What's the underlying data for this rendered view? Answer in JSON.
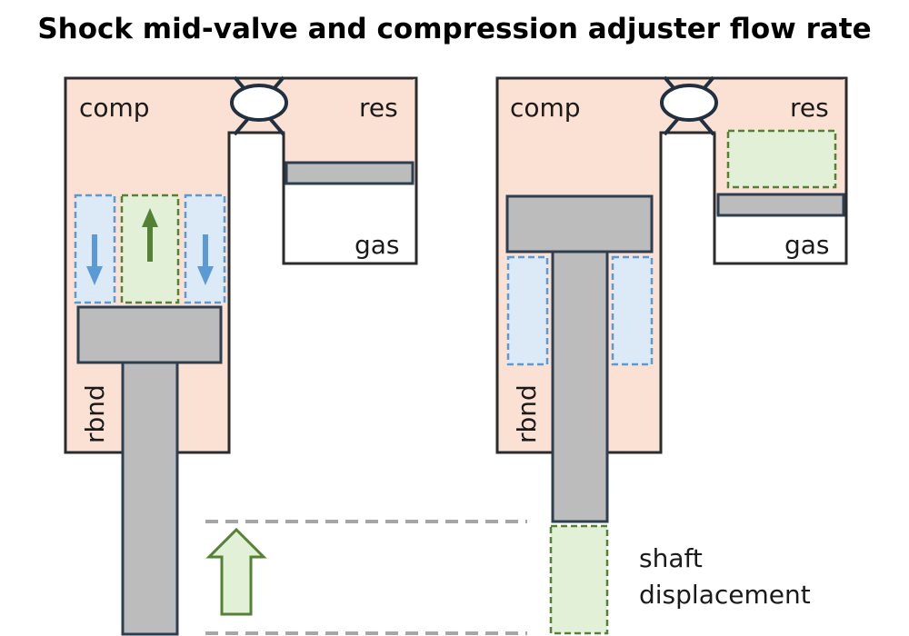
{
  "title": "Shock mid-valve and compression adjuster flow rate",
  "left": {
    "comp_label": "comp",
    "res_label": "res",
    "gas_label": "gas",
    "rbnd_label": "rbnd"
  },
  "right": {
    "comp_label": "comp",
    "res_label": "res",
    "gas_label": "gas",
    "rbnd_label": "rbnd"
  },
  "annotation": {
    "line1": "shaft",
    "line2": "displacement"
  },
  "colors": {
    "fluid": "#fbe0d4",
    "outline": "#2b2b2b",
    "steel": "#bcbcbc",
    "steel_outline": "#2c3e50",
    "flow_blue_fill": "#dce9f7",
    "flow_blue": "#5b9bd5",
    "flow_green_fill": "#e3f0d8",
    "flow_green": "#548235",
    "valve_outline": "#203040",
    "dash_gray": "#a6a6a6"
  }
}
